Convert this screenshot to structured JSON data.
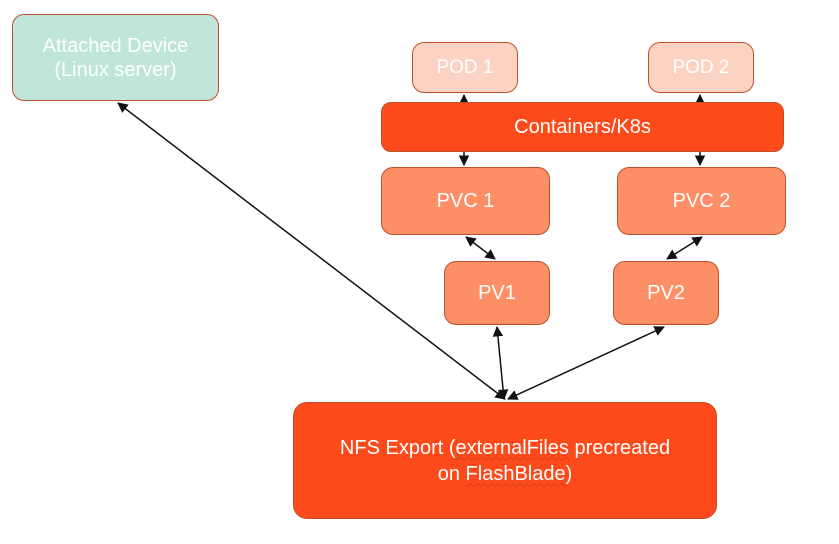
{
  "nodes": {
    "attached_device": {
      "line1": "Attached Device",
      "line2": "(Linux server)"
    },
    "pod1": "POD 1",
    "pod2": "POD 2",
    "containers": "Containers/K8s",
    "pvc1": "PVC 1",
    "pvc2": "PVC 2",
    "pv1": "PV1",
    "pv2": "PV2",
    "nfs_export": {
      "part1": "NFS Export (",
      "part2": "externalFiles",
      "part3": " precreated",
      "part4": "on ",
      "part5": "FlashBlade",
      "part6": ")"
    }
  },
  "colors": {
    "attached_fill": "#bfe6d9",
    "pod_fill": "#fcd3c3",
    "k8s_fill": "#fc4a1a",
    "pvc_fill": "#fc8f66",
    "nfs_fill": "#fc4a1a",
    "border": "#c0502a",
    "connector": "#111111"
  }
}
